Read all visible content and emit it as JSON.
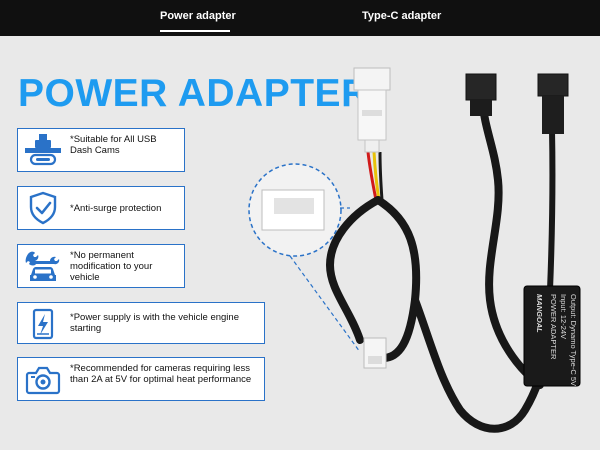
{
  "tabs": [
    {
      "label": "Power adapter",
      "active": true
    },
    {
      "label": "Type-C adapter",
      "active": false
    }
  ],
  "title": "POWER ADAPTER",
  "features": [
    {
      "icon": "usb-c-plug-icon",
      "text": "*Suitable for  All USB Dash Cams"
    },
    {
      "icon": "shield-check-icon",
      "text": "*Anti-surge protection"
    },
    {
      "icon": "wrench-car-icon",
      "text": "*No permanent modification to your vehicle"
    },
    {
      "icon": "battery-charge-icon",
      "text": "*Power supply is with the vehicle engine starting"
    },
    {
      "icon": "camera-icon",
      "text": "*Recommended for cameras requiring less than 2A at 5V for optimal heat performance"
    }
  ],
  "device": {
    "brand": "MANGOAL",
    "line1": "POWER ADAPTER",
    "line2": "Input: 12-24V",
    "line3": "Output: Dynamo Type-C 5V"
  },
  "colors": {
    "accent": "#1e9bf0",
    "icon_blue": "#2a72c8",
    "topbar": "#101010",
    "background": "#e9e9e9"
  }
}
